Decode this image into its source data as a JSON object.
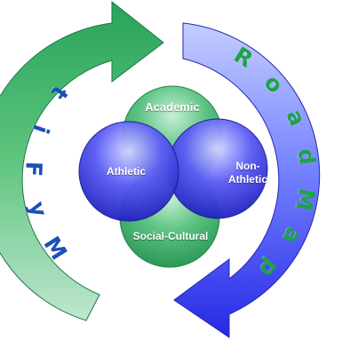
{
  "diagram": {
    "left_arrow": {
      "text": "MyFit",
      "text_color": "#1d4fb8",
      "gradient": [
        "#28a35a",
        "#5fc57f",
        "#a9dcc0"
      ]
    },
    "right_arrow": {
      "text": "RoadMap",
      "text_color": "#1fa24a",
      "gradient": [
        "#bcc7ff",
        "#6c7cff",
        "#2d2ee8"
      ]
    },
    "circles": {
      "academic": {
        "label": "Academic",
        "color": "#2fae5f"
      },
      "athletic": {
        "label": "Athletic",
        "color": "#2d2ee4"
      },
      "non_athletic": {
        "label_line1": "Non-",
        "label_line2": "Athletic",
        "color": "#2d2ee4"
      },
      "social_cultural": {
        "label": "Social-Cultural",
        "color": "#2fae5f"
      }
    }
  }
}
